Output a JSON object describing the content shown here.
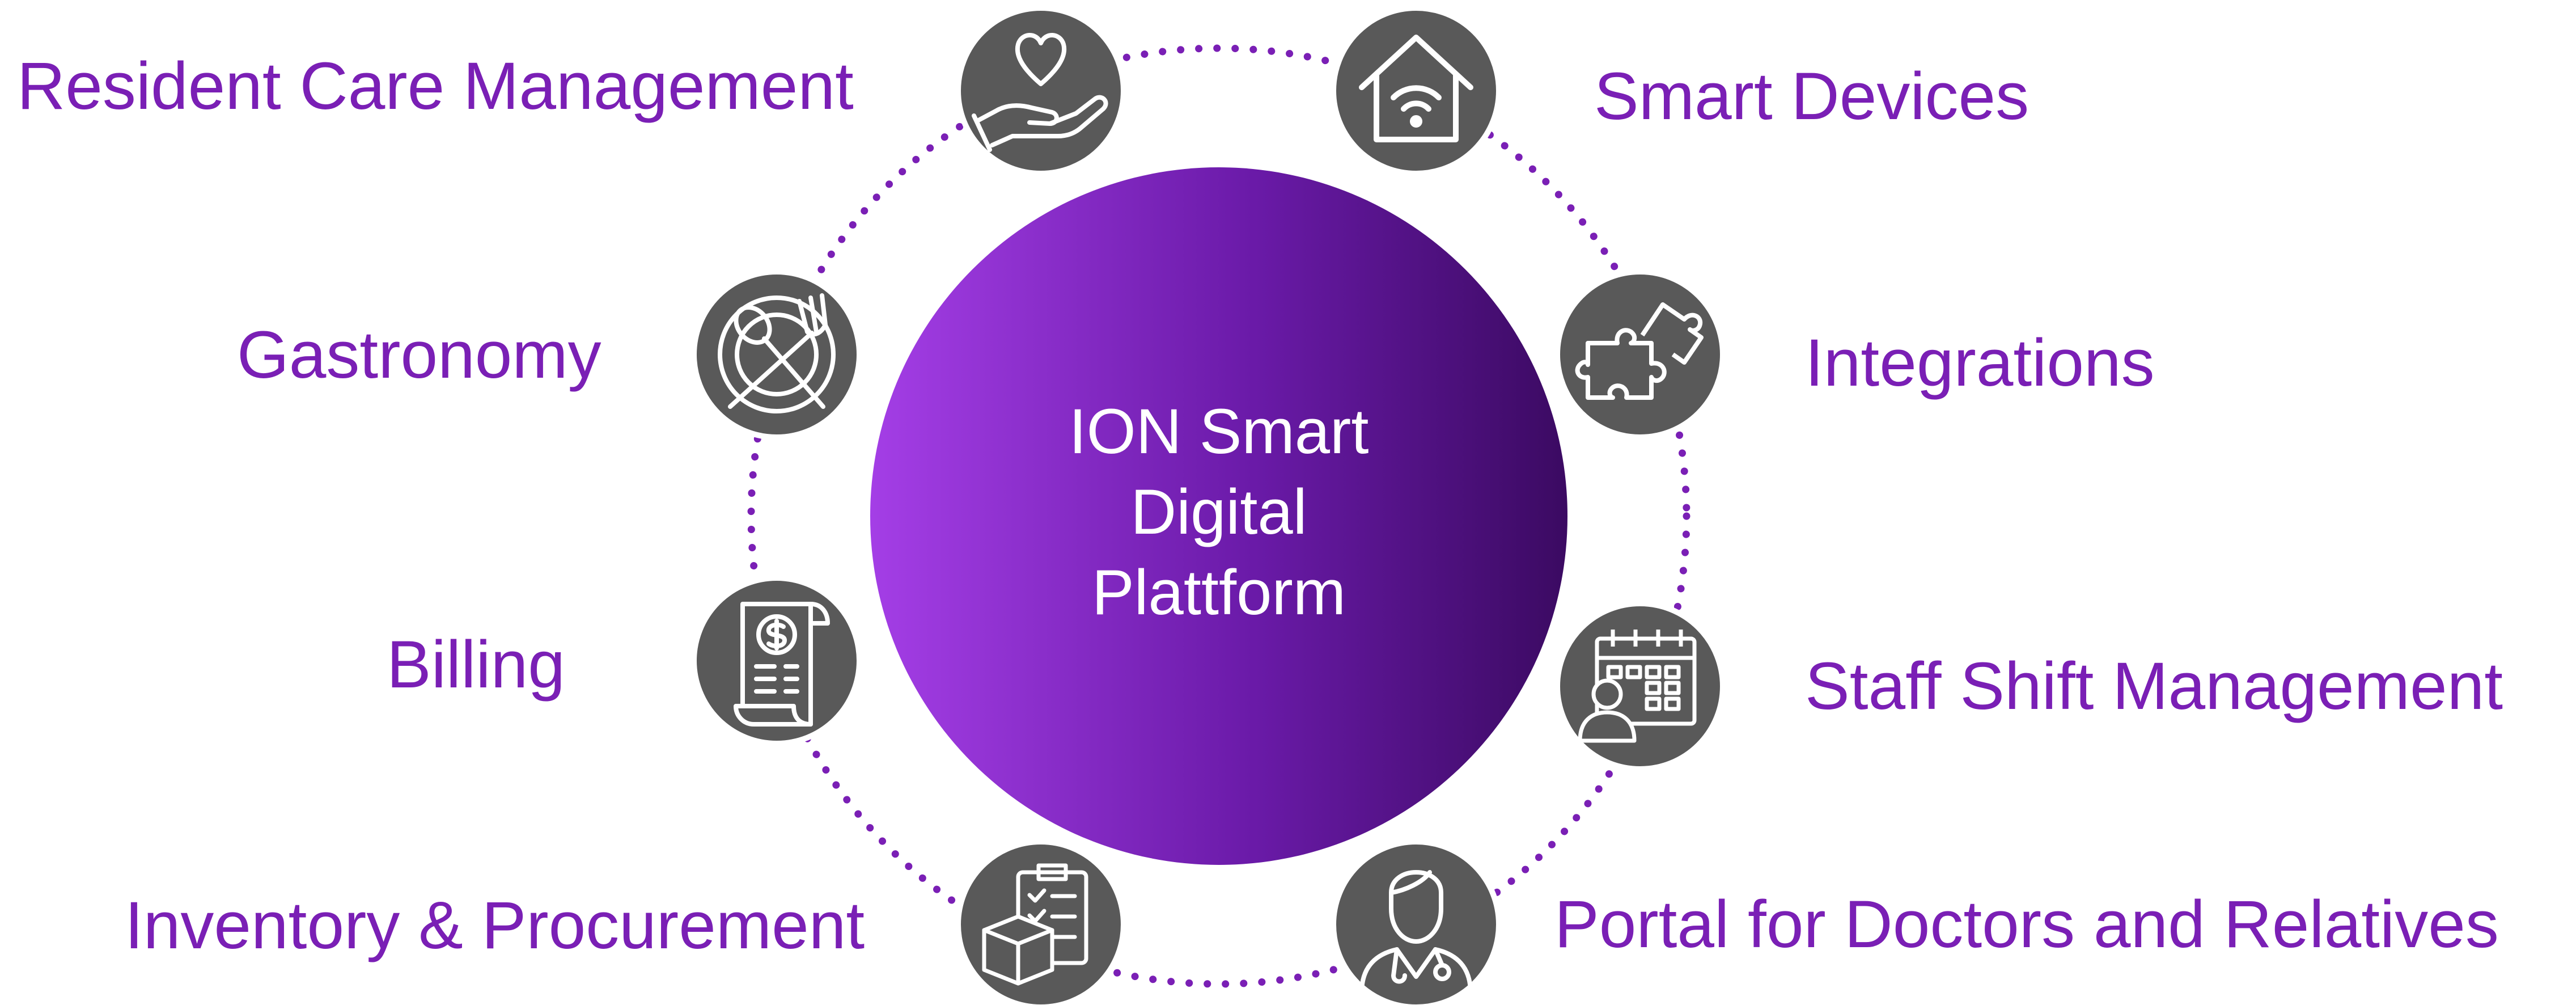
{
  "center": {
    "lines": [
      "ION Smart",
      "Digital",
      "Plattform"
    ]
  },
  "modules": {
    "resident_care": {
      "label": "Resident Care Management",
      "icon": "heart-in-hand-icon"
    },
    "smart_devices": {
      "label": "Smart Devices",
      "icon": "smart-home-icon"
    },
    "gastronomy": {
      "label": "Gastronomy",
      "icon": "plate-fork-spoon-icon"
    },
    "integrations": {
      "label": "Integrations",
      "icon": "puzzle-pieces-icon"
    },
    "billing": {
      "label": "Billing",
      "icon": "invoice-receipt-icon"
    },
    "staff_shift": {
      "label": "Staff Shift Management",
      "icon": "shift-calendar-icon"
    },
    "inventory": {
      "label": "Inventory & Procurement",
      "icon": "clipboard-box-icon"
    },
    "portal": {
      "label": "Portal for Doctors and Relatives",
      "icon": "doctor-icon"
    }
  },
  "colors": {
    "label": "#7a1fb5",
    "ring_dots": "#7a1fb5",
    "node_fill": "#595959",
    "gradient_start": "#a43ee6",
    "gradient_end": "#3b0a62"
  }
}
